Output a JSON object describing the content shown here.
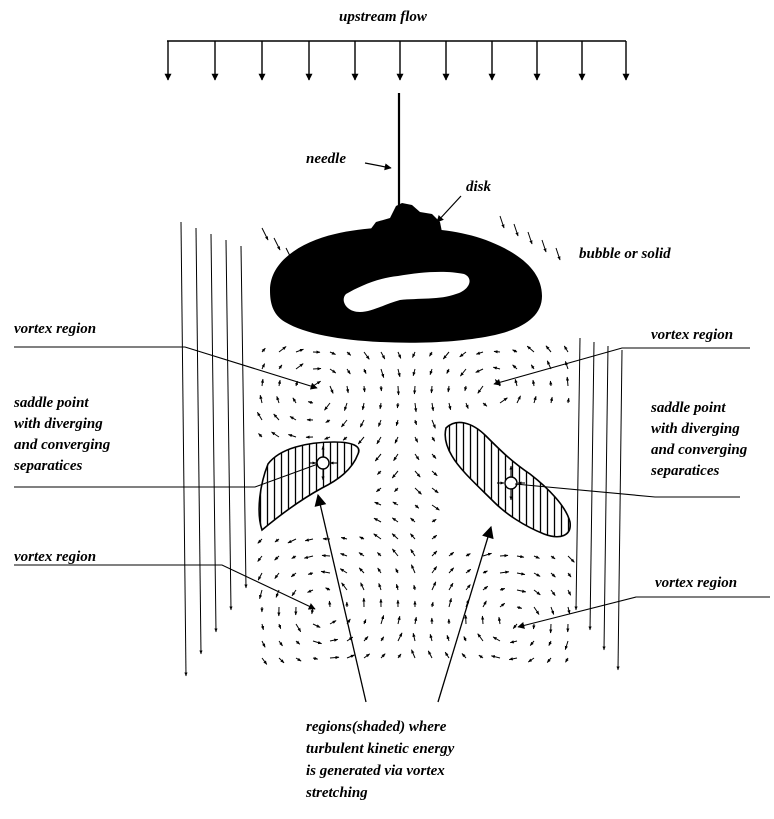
{
  "labels": {
    "upstream_flow": "upstream flow",
    "needle": "needle",
    "disk": "disk",
    "bubble_or_solid": "bubble or solid",
    "vortex_region": "vortex region",
    "saddle_point": [
      "saddle point",
      "with diverging",
      "and converging",
      "separatices"
    ],
    "regions_shaded": [
      "regions(shaded) where",
      "turbulent kinetic energy",
      "is generated via vortex",
      "stretching"
    ]
  },
  "colors": {
    "ink": "#000000",
    "paper": "#ffffff"
  }
}
